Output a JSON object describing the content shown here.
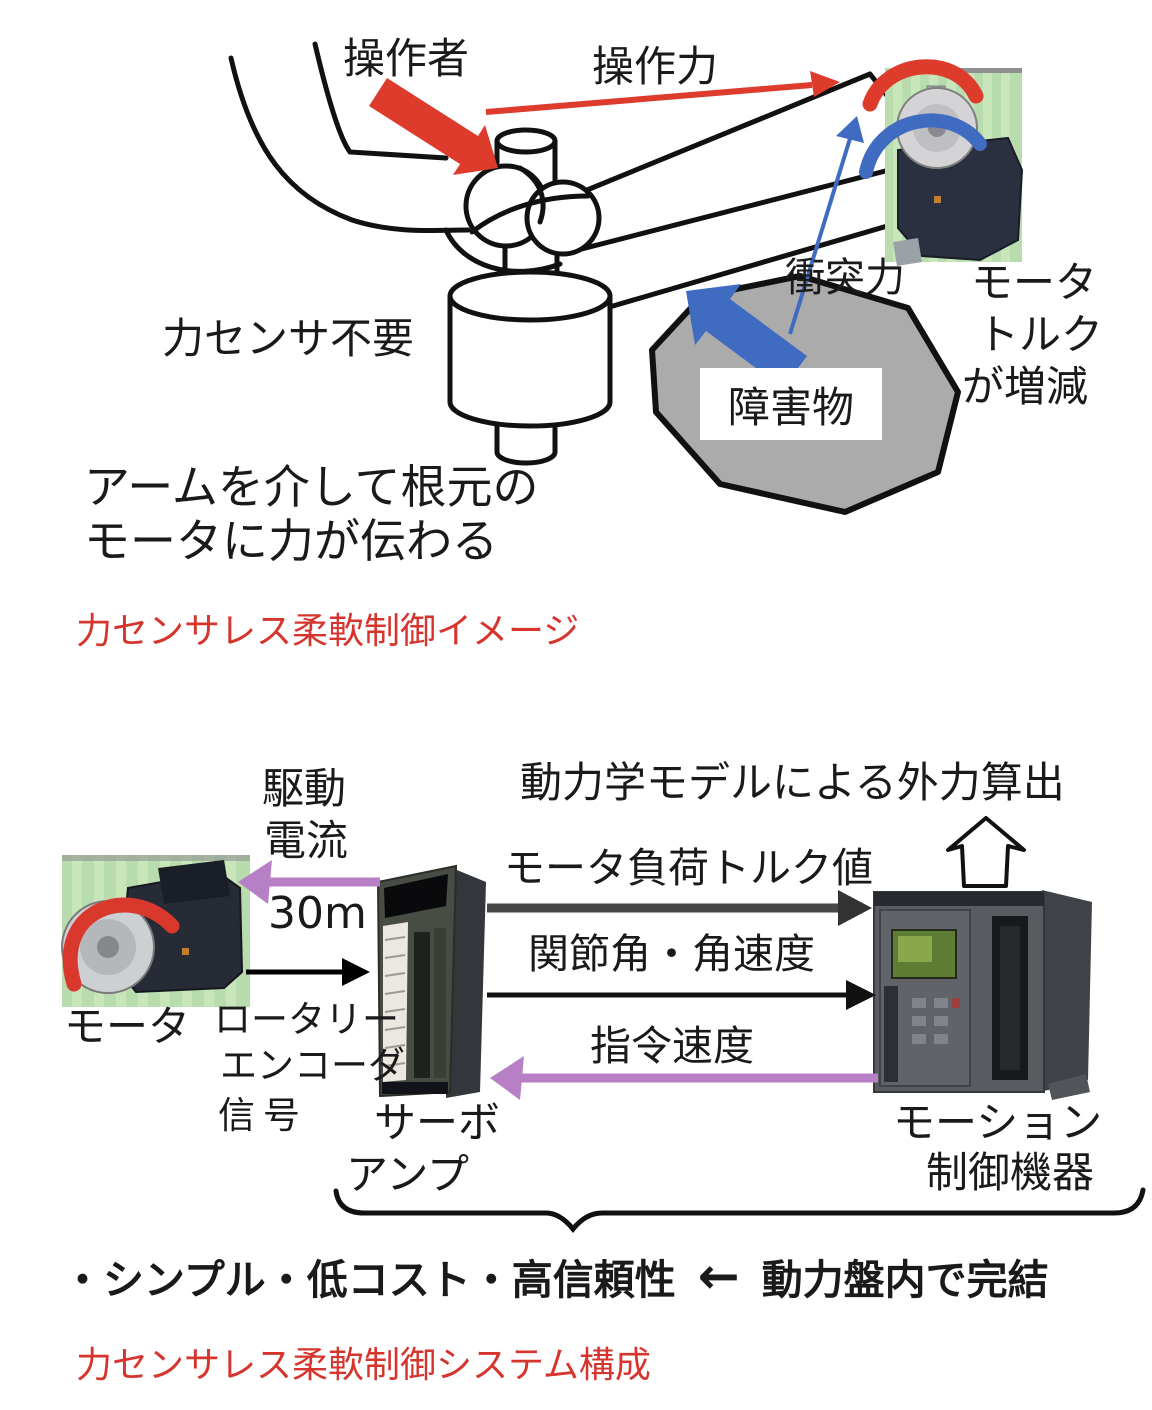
{
  "colors": {
    "red_caption": "#d6352e",
    "red_arrow": "#dd3b2c",
    "blue_arrow": "#3f6cc0",
    "purple_arrow": "#b77fc5",
    "gray_arrow": "#474747",
    "obstacle_gray": "#ababab",
    "photo_green": "#b9dcae"
  },
  "top_diagram": {
    "labels": {
      "operator": "操作者",
      "operation_force": "操作力",
      "no_force_sensor": "力センサ不要",
      "collision_force": "衝突力",
      "motor_torque_line1": "モータ",
      "motor_torque_line2": "トルク",
      "motor_torque_line3": "が増減",
      "obstacle": "障害物",
      "note_line1": "アームを介して根元の",
      "note_line2": "モータに力が伝わる"
    },
    "caption": "力センサレス柔軟制御イメージ"
  },
  "bottom_diagram": {
    "labels": {
      "drive_line1": "駆動",
      "drive_line2": "電流",
      "cable_length": "30m",
      "motor": "モータ",
      "encoder_line1": "ロータリー",
      "encoder_line2": "エンコーダ",
      "encoder_line3": "信号",
      "servo_line1": "サーボ",
      "servo_line2": "アンプ",
      "external_force_calc": "動力学モデルによる外力算出",
      "load_torque": "モータ負荷トルク値",
      "joint_angle": "関節角・角速度",
      "command_speed": "指令速度",
      "controller_line1": "モーション",
      "controller_line2": "制御機器",
      "benefits": "・シンプル・低コスト・高信頼性",
      "left_arrow": "←",
      "panel_note": "動力盤内で完結"
    },
    "caption": "力センサレス柔軟制御システム構成"
  }
}
